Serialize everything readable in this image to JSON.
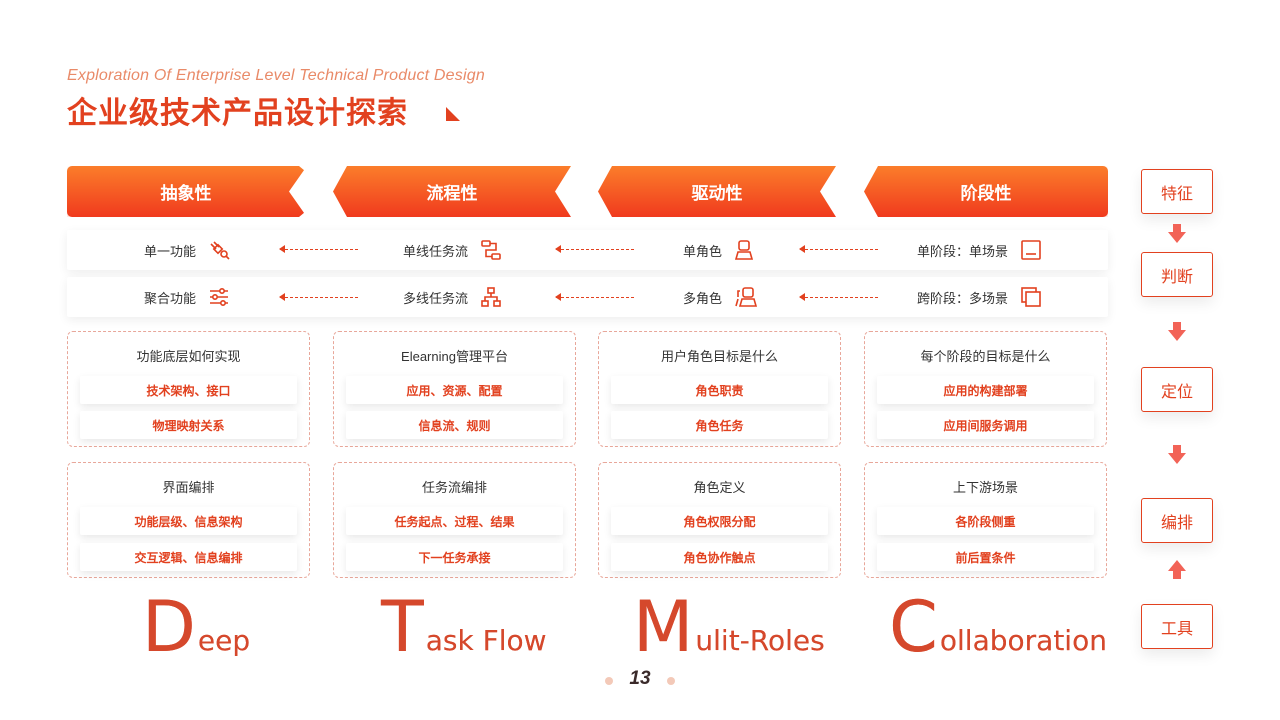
{
  "header": {
    "subtitle": "Exploration Of Enterprise Level Technical Product Design",
    "title": "企业级技术产品设计探索"
  },
  "banners": [
    "抽象性",
    "流程性",
    "驱动性",
    "阶段性"
  ],
  "rows": [
    {
      "items": [
        {
          "label": "单一功能",
          "icon": "plug-icon"
        },
        {
          "label": "单线任务流",
          "icon": "flow-icon"
        },
        {
          "label": "单角色",
          "icon": "user-icon"
        },
        {
          "label": "单阶段：单场景",
          "icon": "square-icon"
        }
      ]
    },
    {
      "items": [
        {
          "label": "聚合功能",
          "icon": "sliders-icon"
        },
        {
          "label": "多线任务流",
          "icon": "hierarchy-icon"
        },
        {
          "label": "多角色",
          "icon": "users-icon"
        },
        {
          "label": "跨阶段：多场景",
          "icon": "stack-icon"
        }
      ]
    }
  ],
  "cards": [
    {
      "title": "功能底层如何实现",
      "items": [
        "技术架构、接口",
        "物理映射关系"
      ]
    },
    {
      "title": "Elearning管理平台",
      "items": [
        "应用、资源、配置",
        "信息流、规则"
      ]
    },
    {
      "title": "用户角色目标是什么",
      "items": [
        "角色职责",
        "角色任务"
      ]
    },
    {
      "title": "每个阶段的目标是什么",
      "items": [
        "应用的构建部署",
        "应用间服务调用"
      ]
    },
    {
      "title": "界面编排",
      "items": [
        "功能层级、信息架构",
        "交互逻辑、信息编排"
      ]
    },
    {
      "title": "任务流编排",
      "items": [
        "任务起点、过程、结果",
        "下一任务承接"
      ]
    },
    {
      "title": "角色定义",
      "items": [
        "角色权限分配",
        "角色协作触点"
      ]
    },
    {
      "title": "上下游场景",
      "items": [
        "各阶段侧重",
        "前后置条件"
      ]
    }
  ],
  "keywords": [
    {
      "cap": "D",
      "rest": "eep"
    },
    {
      "cap": "T",
      "rest": "ask Flow"
    },
    {
      "cap": "M",
      "rest": "ulit-Roles"
    },
    {
      "cap": "C",
      "rest": "ollaboration"
    }
  ],
  "side": [
    "特征",
    "判断",
    "定位",
    "编排",
    "工具"
  ],
  "page_number": "13",
  "colors": {
    "accent": "#e2411f",
    "banner_top": "#fb7d2a",
    "banner_bottom": "#f03a1e"
  }
}
